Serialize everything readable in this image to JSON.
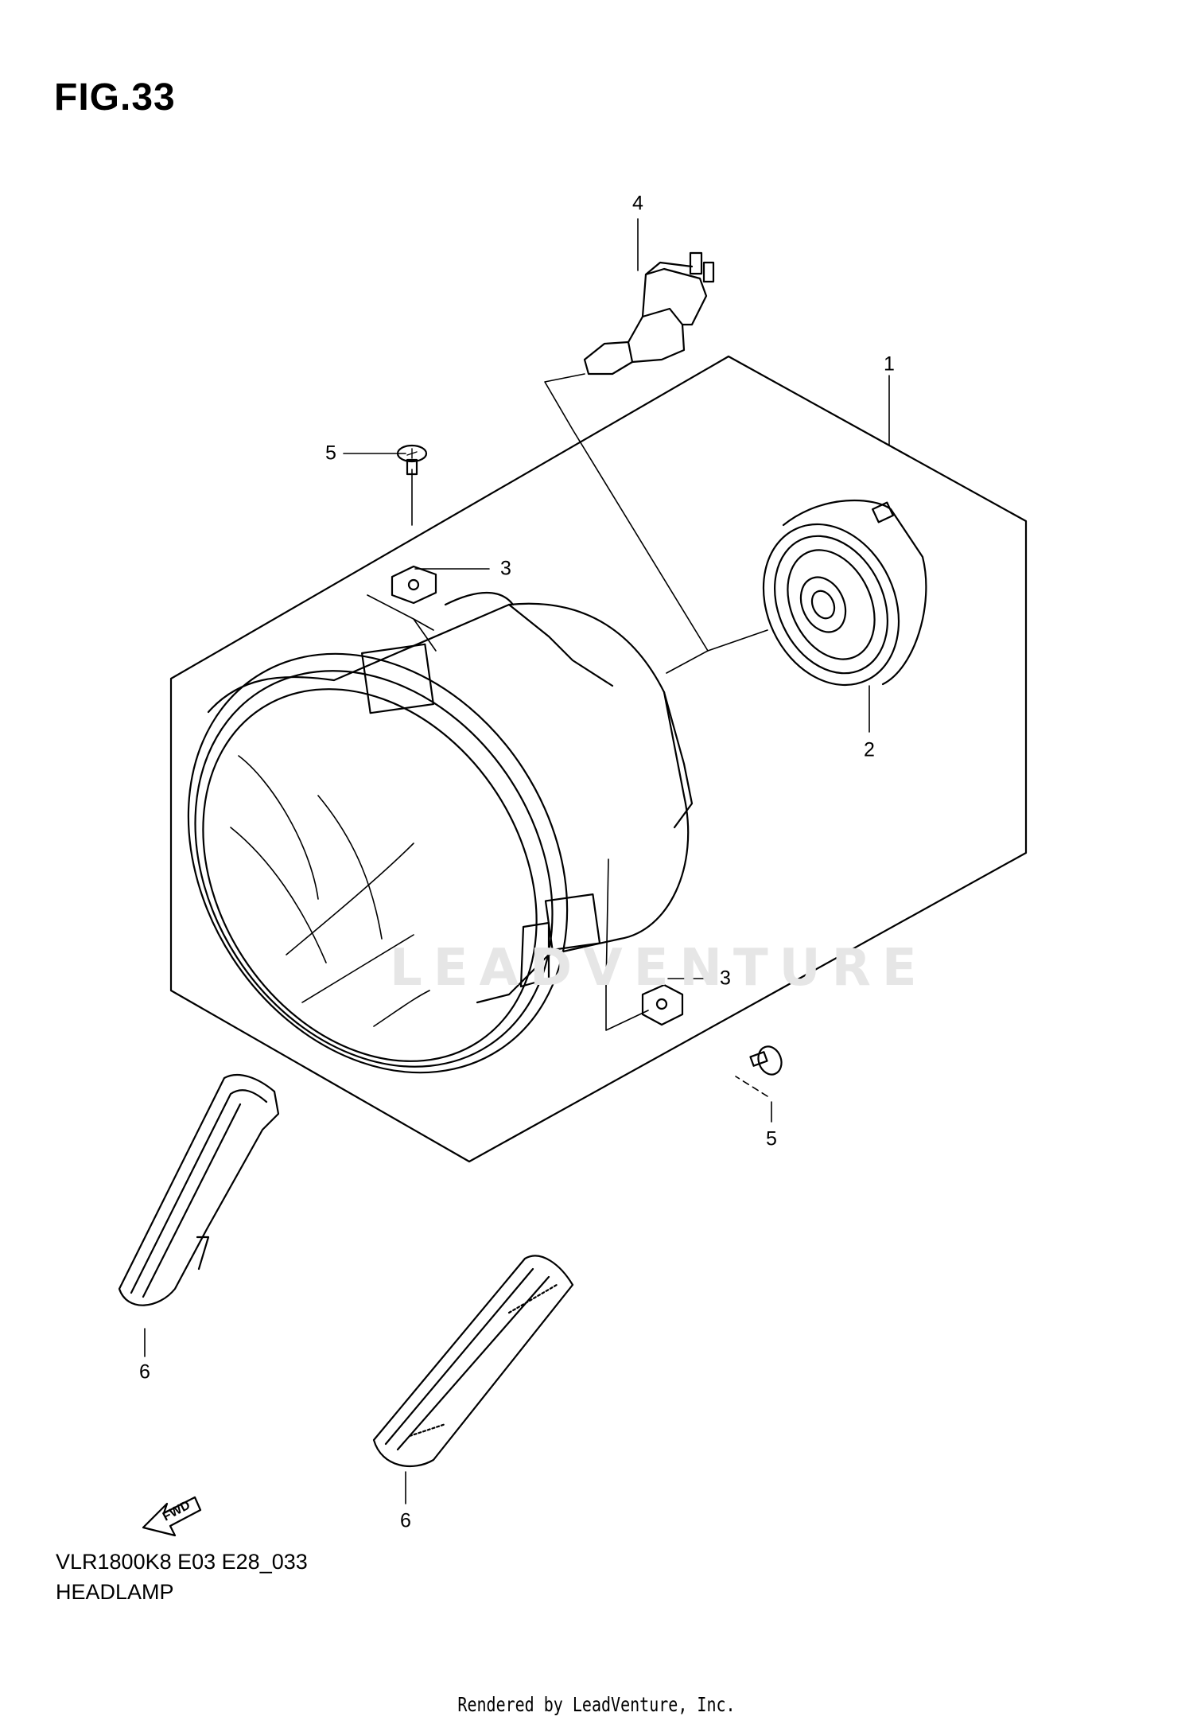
{
  "figure": {
    "title": "FIG.33",
    "model_code": "VLR1800K8 E03 E28_033",
    "part_group": "HEADLAMP",
    "rendered_by": "Rendered by LeadVenture, Inc.",
    "watermark": "LEADVENTURE"
  },
  "callouts": [
    {
      "id": "1",
      "label": "1"
    },
    {
      "id": "2",
      "label": "2"
    },
    {
      "id": "3a",
      "label": "3"
    },
    {
      "id": "3b",
      "label": "3"
    },
    {
      "id": "4",
      "label": "4"
    },
    {
      "id": "5a",
      "label": "5"
    },
    {
      "id": "5b",
      "label": "5"
    },
    {
      "id": "6a",
      "label": "6"
    },
    {
      "id": "6b",
      "label": "6"
    }
  ],
  "fwd_arrow": {
    "label": "FWD"
  },
  "colors": {
    "line": "#000000",
    "background": "#ffffff",
    "watermark": "#e6e6e6"
  }
}
